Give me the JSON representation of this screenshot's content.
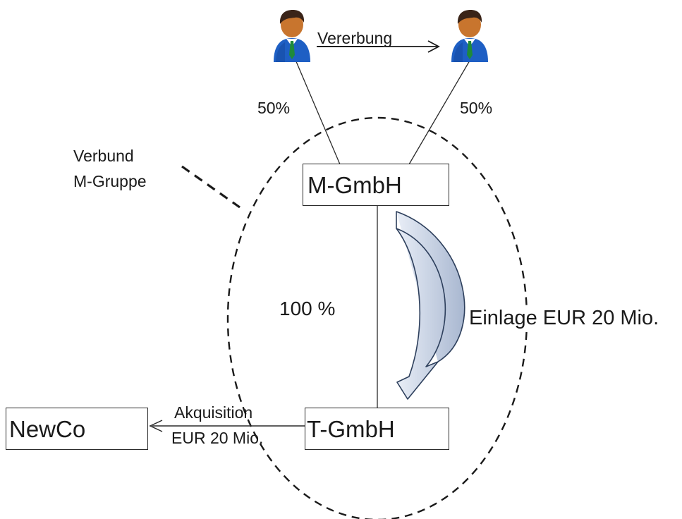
{
  "people": {
    "left_icon": "person-icon",
    "right_icon": "person-icon"
  },
  "labels": {
    "inheritance": "Vererbung",
    "share_left": "50%",
    "share_right": "50%",
    "group_line1": "Verbund",
    "group_line2": "M-Gruppe",
    "share_subsidiary": "100 %",
    "contribution": "Einlage EUR 20 Mio.",
    "acquisition_line1": "Akquisition",
    "acquisition_line2": "EUR 20 Mio."
  },
  "boxes": {
    "parent": "M-GmbH",
    "subsidiary": "T-GmbH",
    "target": "NewCo"
  },
  "colors": {
    "suit": "#1e5fc4",
    "hair": "#3a2418",
    "skin": "#c8752e",
    "tie": "#1f8a3a",
    "curved_arrow_fill": "#cfd9ea",
    "curved_arrow_stroke": "#2d3f5c"
  }
}
